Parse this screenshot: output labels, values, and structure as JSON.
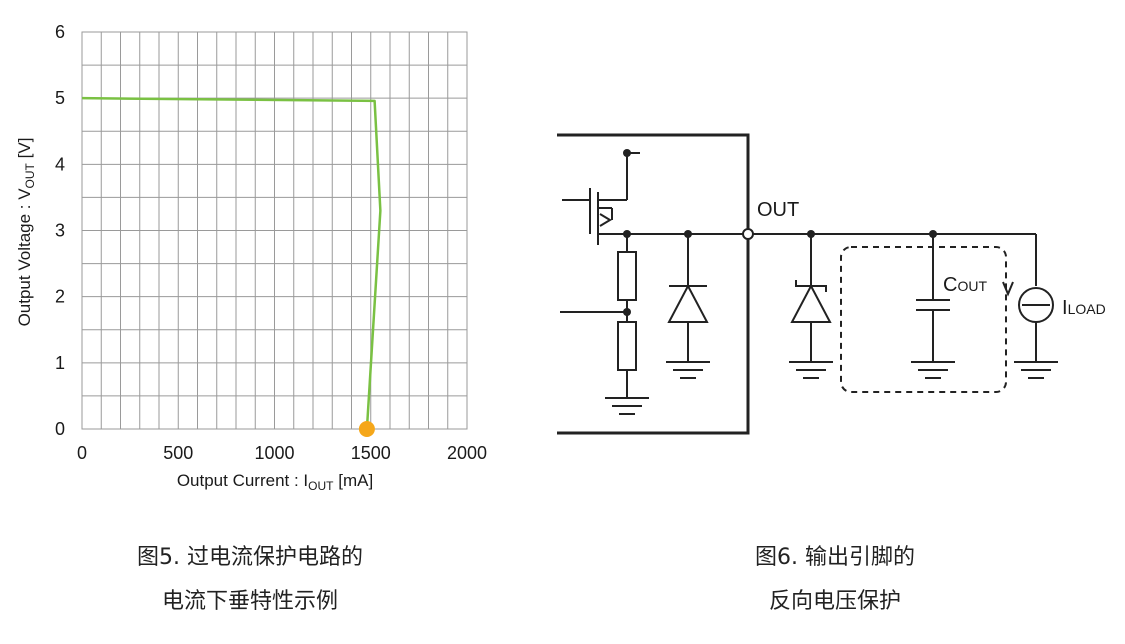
{
  "chart_data": {
    "type": "line",
    "xlabel": "Output Current : IOUT [mA]",
    "ylabel": "Output Voltage : VOUT [V]",
    "xlim": [
      0,
      2000
    ],
    "ylim": [
      0,
      6
    ],
    "x_ticks": [
      "0",
      "500",
      "1000",
      "1500",
      "2000"
    ],
    "y_ticks": [
      "0",
      "1",
      "2",
      "3",
      "4",
      "5",
      "6"
    ],
    "grid": true,
    "series": [
      {
        "color": "#7ac143",
        "points": [
          [
            0,
            5.0
          ],
          [
            1520,
            4.96
          ],
          [
            1550,
            3.3
          ],
          [
            1480,
            0.0
          ]
        ]
      }
    ],
    "marker": {
      "x": 1480,
      "y": 0,
      "color": "#f5a71a"
    }
  },
  "axes": {
    "xlabel_main": "Output Current : I",
    "xlabel_sub": "OUT",
    "xlabel_unit": " [mA]",
    "ylabel_main": "Output Voltage : V",
    "ylabel_sub": "OUT",
    "ylabel_unit": " [V]"
  },
  "circuit": {
    "out_label": "OUT",
    "cout_main": "C",
    "cout_sub": "OUT",
    "iload_main": "I",
    "iload_sub": "LOAD"
  },
  "captions": {
    "fig5_line1": "图5. 过电流保护电路的",
    "fig5_line2": "电流下垂特性示例",
    "fig6_line1": "图6. 输出引脚的",
    "fig6_line2": "反向电压保护"
  }
}
